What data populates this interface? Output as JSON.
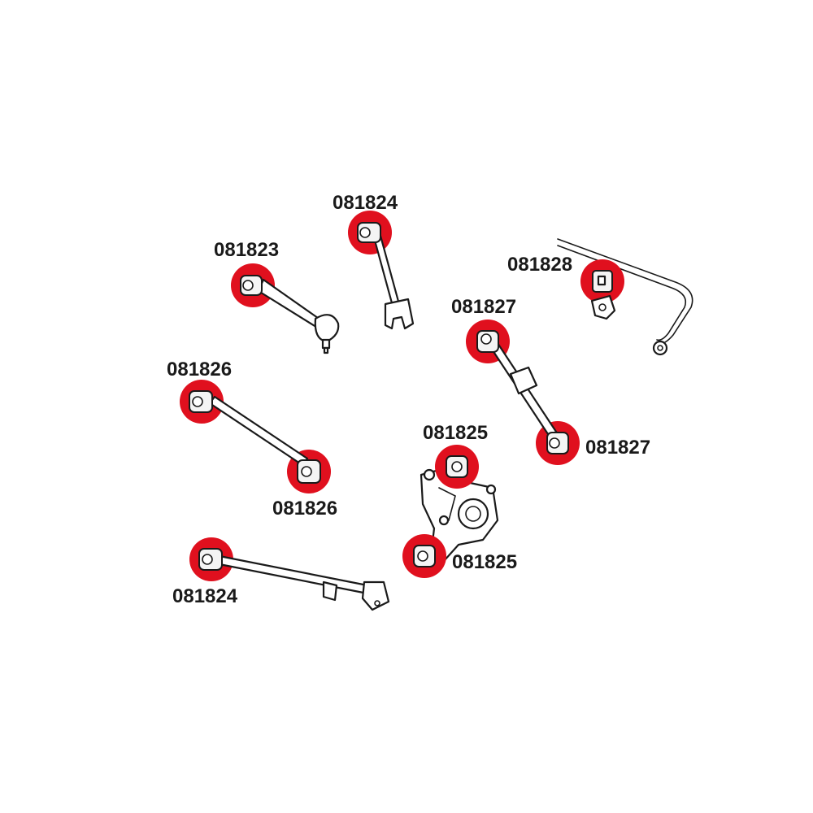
{
  "colors": {
    "highlight": "#e0101e",
    "line": "#1a1a1a",
    "background": "#ffffff"
  },
  "labels": {
    "l_081824_top": "081824",
    "l_081823": "081823",
    "l_081828": "081828",
    "l_081827_upper": "081827",
    "l_081826_upper": "081826",
    "l_081827_lower": "081827",
    "l_081825_upper": "081825",
    "l_081826_lower": "081826",
    "l_081825_lower": "081825",
    "l_081824_bottom": "081824"
  }
}
